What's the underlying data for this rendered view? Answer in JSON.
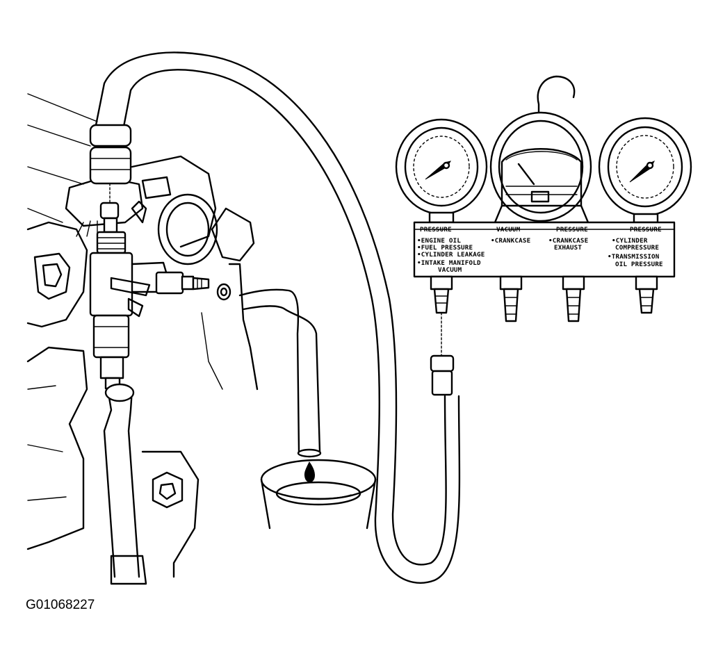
{
  "figure_id": "G01068227",
  "panel": {
    "headers": [
      "PRESSURE",
      "VACUUM",
      "PRESSURE",
      "PRESSURE"
    ],
    "col1": [
      "•ENGINE OIL",
      "•FUEL PRESSURE",
      "•CYLINDER LEAKAGE",
      "•INTAKE MANIFOLD",
      "VACUUM"
    ],
    "col2": [
      "•CRANKCASE"
    ],
    "col3": [
      "•CRANKCASE",
      "EXHAUST"
    ],
    "col4": [
      "•CYLINDER",
      "COMPRESSURE",
      "•TRANSMISSION",
      "OIL PRESSURE"
    ]
  }
}
